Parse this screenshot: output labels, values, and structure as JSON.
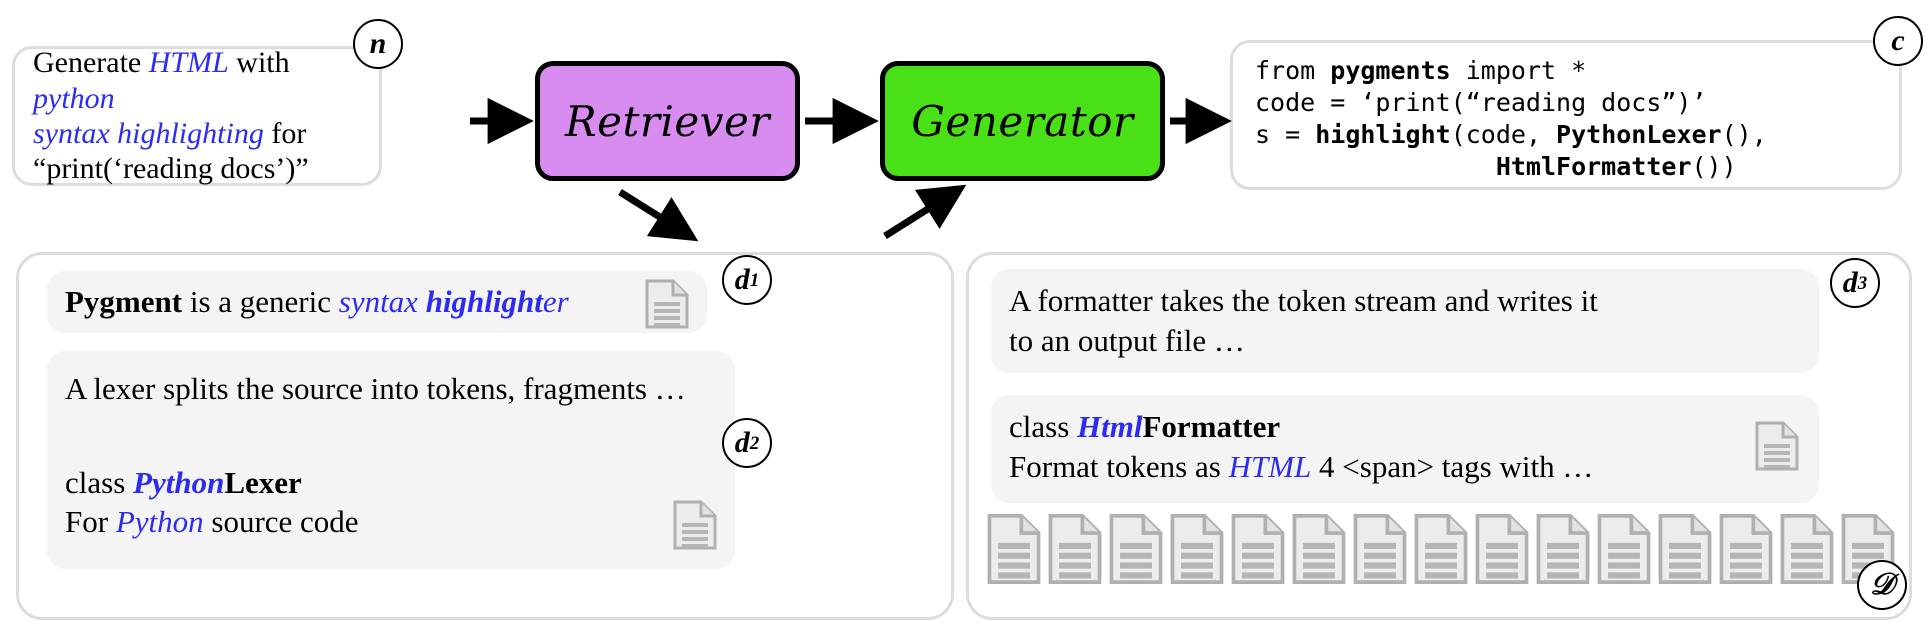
{
  "diagram": {
    "title": "Retrieval-augmented generation pipeline example",
    "colors": {
      "retriever_fill": "#d98cf0",
      "generator_fill": "#4ae018",
      "highlight_blue": "#2b2bf2",
      "panel_border": "#dcdcdc",
      "snippet_fill": "#f4f4f4",
      "icon_gray": "#a8a8a8"
    }
  },
  "prompt": {
    "tag": "n",
    "line1_a": "Generate ",
    "line1_b": "HTML",
    "line1_c": " with ",
    "line1_d": "python",
    "line2_a": "syntax highlighting",
    "line2_b": " for",
    "line3": "“print(‘reading docs’)”"
  },
  "nodes": {
    "retriever": "Retriever",
    "generator": "Generator"
  },
  "code": {
    "tag": "c",
    "line1_a": "from ",
    "line1_b": "pygments",
    "line1_c": " import *",
    "line2": "code = ‘print(“reading docs”)’",
    "line3_a": "s = ",
    "line3_b": "highlight",
    "line3_c": "(code, ",
    "line3_d": "PythonLexer",
    "line3_e": "(),",
    "line4_a": "                ",
    "line4_b": "HtmlFormatter",
    "line4_c": "())"
  },
  "documents": {
    "d1": {
      "tag": "d",
      "sub": "1",
      "seg1": "Pygment",
      "seg2": " is a generic ",
      "seg3": "syntax ",
      "seg4": "highlight",
      "seg5": "er"
    },
    "d2": {
      "tag": "d",
      "sub": "2",
      "line1": "A lexer splits the source into tokens, fragments …",
      "line2_a": "class ",
      "line2_b": "Python",
      "line2_c": "Lexer",
      "line3_a": "For ",
      "line3_b": "Python",
      "line3_c": " source code"
    },
    "d3": {
      "tag": "d",
      "sub": "3",
      "line1": "A formatter takes the token stream and writes it",
      "line2": "to an output file …",
      "line3_a": "class ",
      "line3_b": "Html",
      "line3_c": "Formatter",
      "line4_a": "Format tokens as ",
      "line4_b": "HTML",
      "line4_c": " 4 <span> tags with …"
    }
  },
  "corpus": {
    "tag": "𝒟",
    "icon_name": "document-icon",
    "icon_count": 15
  }
}
